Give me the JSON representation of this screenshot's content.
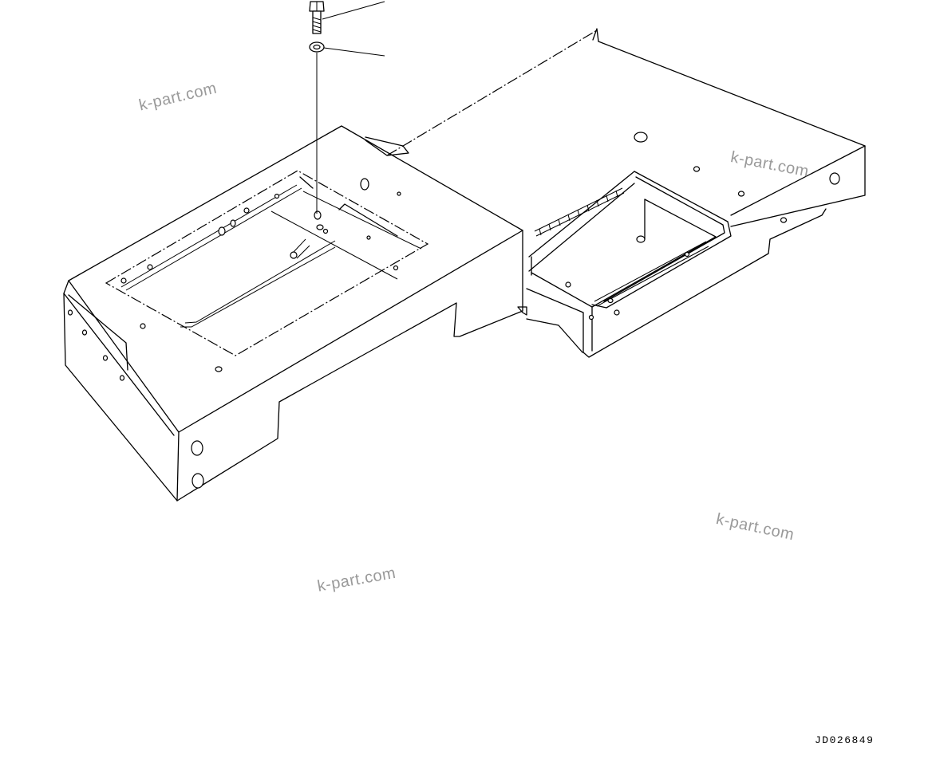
{
  "watermarks": [
    "k-part.com",
    "k-part.com",
    "k-part.com",
    "k-part.com"
  ],
  "drawing_code": "JD026849"
}
